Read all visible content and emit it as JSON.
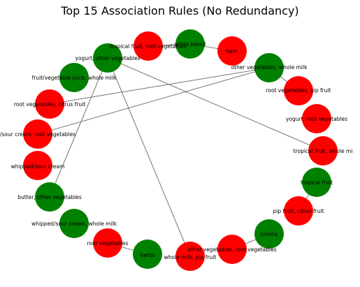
{
  "title": "Top 15 Association Rules (No Redundancy)",
  "colors": {
    "antecedent": "#ff0000",
    "consequent": "#008000",
    "edge": "#808080"
  },
  "nodes": [
    {
      "id": "n1",
      "label": "tropical fruit, root vegetables",
      "role": "antecedent"
    },
    {
      "id": "n2",
      "label": "white bread",
      "role": "consequent"
    },
    {
      "id": "n3",
      "label": "ham",
      "role": "antecedent"
    },
    {
      "id": "n4",
      "label": "other vegetables, whole milk",
      "role": "consequent"
    },
    {
      "id": "n5",
      "label": "root vegetables, pip fruit",
      "role": "antecedent"
    },
    {
      "id": "n6",
      "label": "yogurt, root vegetables",
      "role": "antecedent"
    },
    {
      "id": "n7",
      "label": "tropical fruit, whole mi",
      "role": "antecedent"
    },
    {
      "id": "n8",
      "label": "tropical fruit",
      "role": "consequent"
    },
    {
      "id": "n9",
      "label": "pip fruit, citrus fruit",
      "role": "antecedent"
    },
    {
      "id": "n10",
      "label": "onions",
      "role": "consequent"
    },
    {
      "id": "n11",
      "label": "other vegetables, root vegetables",
      "role": "antecedent"
    },
    {
      "id": "n12",
      "label": "whole milk, pip fruit",
      "role": "antecedent"
    },
    {
      "id": "n13",
      "label": "herbs",
      "role": "consequent"
    },
    {
      "id": "n14",
      "label": "root vegetables",
      "role": "antecedent"
    },
    {
      "id": "n15",
      "label": "whipped/sour cream, whole milk",
      "role": "consequent"
    },
    {
      "id": "n16",
      "label": "butter, other vegetables",
      "role": "consequent"
    },
    {
      "id": "n17",
      "label": "whipped/sour cream",
      "role": "antecedent"
    },
    {
      "id": "n18",
      "label": "/sour cream, root vegetables",
      "role": "antecedent"
    },
    {
      "id": "n19",
      "label": "root vegetables, citrus fruit",
      "role": "antecedent"
    },
    {
      "id": "n20",
      "label": "fruit/vegetable juice, whole milk",
      "role": "consequent"
    },
    {
      "id": "n21",
      "label": "yogurt, other vegetables",
      "role": "consequent"
    }
  ],
  "edges": [
    {
      "from": "n1",
      "to": "n2"
    },
    {
      "from": "n3",
      "to": "n2"
    },
    {
      "from": "n5",
      "to": "n4"
    },
    {
      "from": "n19",
      "to": "n4"
    },
    {
      "from": "n18",
      "to": "n4"
    },
    {
      "from": "n7",
      "to": "n21"
    },
    {
      "from": "n12",
      "to": "n21"
    },
    {
      "from": "n16",
      "to": "n21"
    },
    {
      "from": "n9",
      "to": "n8"
    },
    {
      "from": "n11",
      "to": "n10"
    },
    {
      "from": "n14",
      "to": "n13"
    }
  ]
}
